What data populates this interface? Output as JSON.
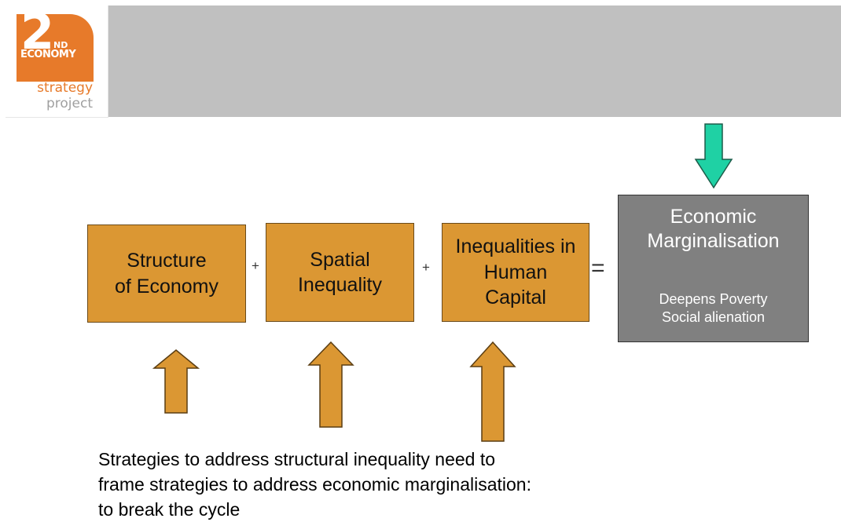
{
  "logo": {
    "number": "2",
    "superscript": "ND",
    "word": "ECONOMY",
    "line1": "strategy",
    "line2": "project"
  },
  "diagram": {
    "boxes": [
      {
        "lines": [
          "Structure",
          "of Economy"
        ]
      },
      {
        "lines": [
          "Spatial",
          "Inequality"
        ]
      },
      {
        "lines": [
          "Inequalities in",
          "Human",
          "Capital"
        ]
      }
    ],
    "operators": {
      "plus1": "+",
      "plus2": "+",
      "equals": "="
    },
    "result": {
      "title": [
        "Economic",
        "Marginalisation"
      ],
      "subtitle": [
        "Deepens Poverty",
        "Social alienation"
      ]
    }
  },
  "caption": {
    "lines": [
      "Strategies to address structural inequality need to",
      "frame strategies to address economic marginalisation:",
      "to break the cycle"
    ]
  },
  "colors": {
    "header_bar": "#c0c0c0",
    "logo_orange": "#e77a2a",
    "box_fill": "#db9733",
    "result_fill": "#808080",
    "down_arrow": "#1fd1a4"
  }
}
